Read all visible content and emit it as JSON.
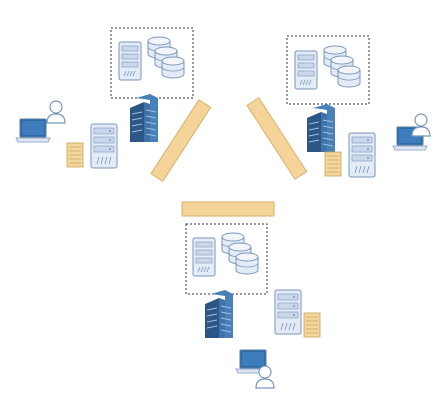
{
  "diagram": {
    "description_visible_text": "",
    "sites": [
      {
        "id": "site-top-left",
        "devices": [
          "server-rack",
          "database-stack",
          "office-building",
          "network-switch-stack",
          "document-stack",
          "laptop",
          "user"
        ]
      },
      {
        "id": "site-top-right",
        "devices": [
          "server-rack",
          "database-stack",
          "office-building",
          "network-switch-stack",
          "document-stack",
          "laptop",
          "user"
        ]
      },
      {
        "id": "site-bottom",
        "devices": [
          "server-rack",
          "database-stack",
          "office-building",
          "network-switch-stack",
          "document-stack",
          "laptop",
          "user"
        ]
      }
    ],
    "links": [
      {
        "from": "site-top-left",
        "to": "site-bottom"
      },
      {
        "from": "site-top-right",
        "to": "site-bottom"
      },
      {
        "from": "site-top-left",
        "to": "site-top-right"
      }
    ],
    "colors": {
      "link_bar": "#f5d49a",
      "link_bar_stroke": "#d9b06a",
      "server": "#e3ebf6",
      "server_stroke": "#7b96bc",
      "building": "#3f72a8",
      "building_dark": "#2c5685",
      "document": "#f4d79c",
      "laptop_screen": "#2f6aa3",
      "dotted_box": "#333333"
    }
  }
}
